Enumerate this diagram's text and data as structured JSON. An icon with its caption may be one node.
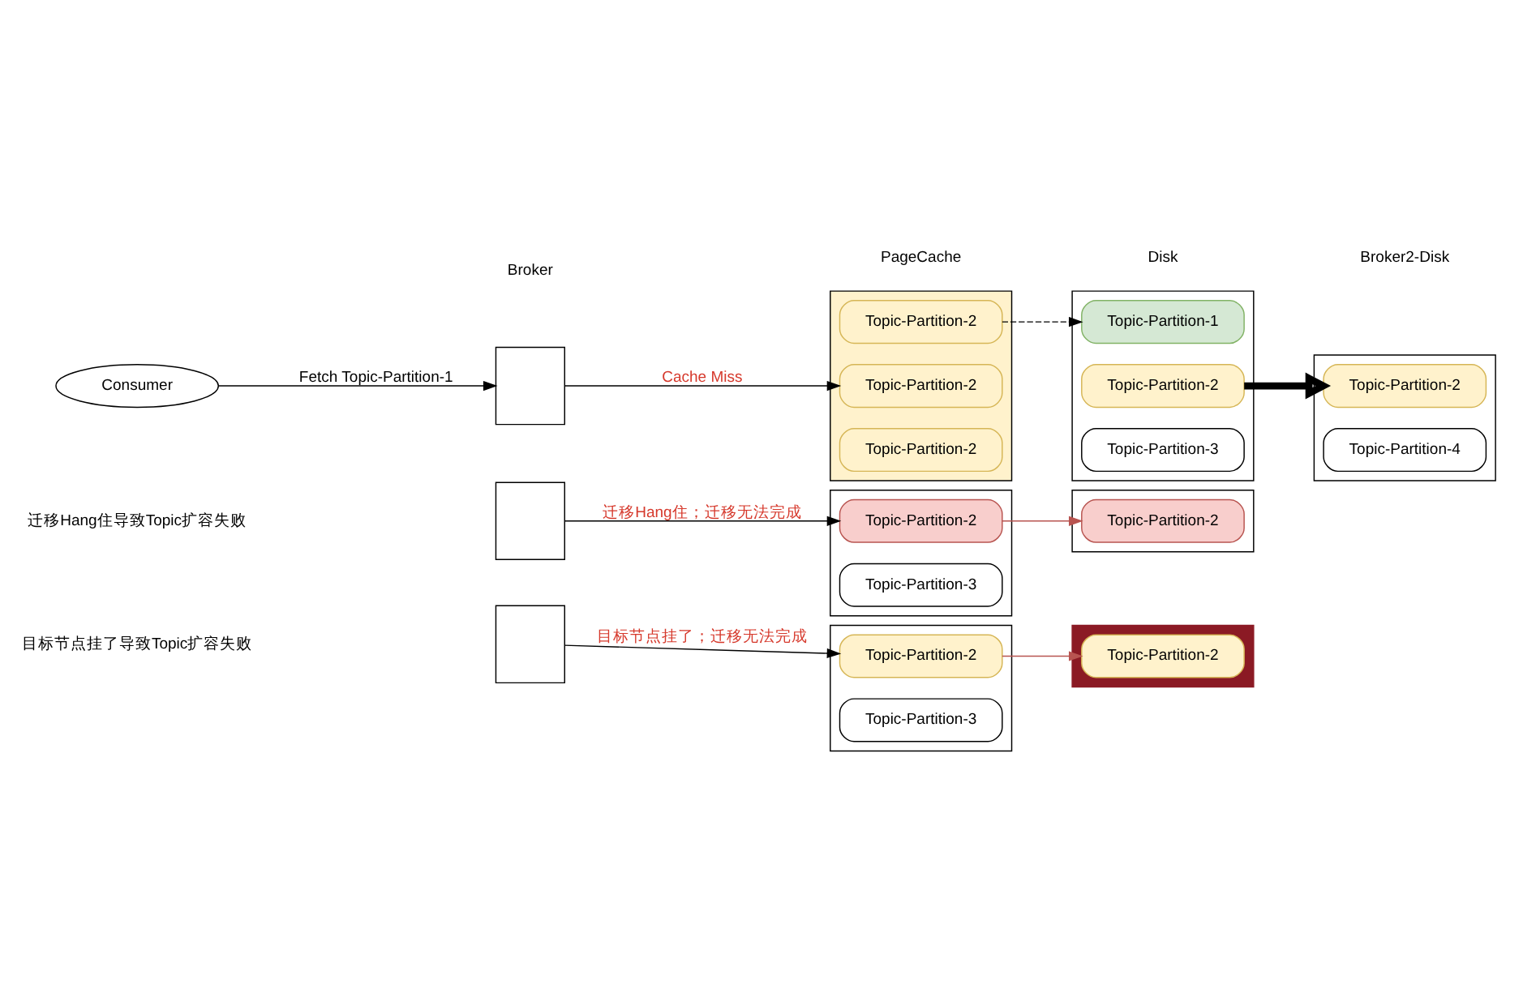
{
  "diagram": {
    "nodes": [
      {
        "text": [
          "Consumer"
        ]
      },
      {
        "text": [],
        "shape": "box"
      },
      {
        "text": [],
        "shape": "box"
      },
      {
        "text": [
          "Topic-Partition-2"
        ],
        "in": 2
      },
      {
        "text": [
          "Topic-Partition-2"
        ],
        "in": 2
      },
      {
        "text": [
          "Topic-Partition-2"
        ],
        "in": 2
      },
      {
        "text": [],
        "shape": "box"
      },
      {
        "text": [
          "Topic-Partition-1"
        ],
        "in": 6
      },
      {
        "text": [
          "Topic-Partition-2"
        ],
        "in": 6
      },
      {
        "text": [
          "Topic-Partition-3"
        ],
        "in": 6
      },
      {
        "text": [],
        "shape": "box"
      },
      {
        "text": [
          "Topic-Partition-2"
        ],
        "in": 10
      },
      {
        "text": [
          "Topic-Partition-4"
        ],
        "in": 10
      },
      {
        "text": [],
        "shape": "box"
      },
      {
        "text": [],
        "shape": "box"
      },
      {
        "text": [
          "Topic-Partition-2"
        ],
        "in": 14
      },
      {
        "text": [
          "Topic-Partition-3"
        ],
        "in": 14
      },
      {
        "text": [],
        "shape": "box"
      },
      {
        "text": [
          "Topic-Partition-2"
        ],
        "in": 17
      },
      {
        "text": [],
        "shape": "box"
      },
      {
        "text": [],
        "shape": "box"
      },
      {
        "text": [
          "Topic-Partition-2"
        ],
        "in": 20
      },
      {
        "text": [
          "Topic-Partition-3"
        ],
        "in": 20
      },
      {
        "text": [],
        "shape": "box"
      },
      {
        "text": [
          "Topic-Partition-2"
        ],
        "in": 23
      }
    ],
    "edges": [
      {
        "from": 0,
        "to": 1,
        "arrow": "to",
        "label": "Fetch Topic-Partition-1"
      },
      {
        "from": 1,
        "to": 4,
        "arrow": "to",
        "label": "Cache Miss"
      },
      {
        "from": 3,
        "to": 7,
        "arrow": "to",
        "style": "dashed"
      },
      {
        "from": 8,
        "to": 11,
        "arrow": "to",
        "style": "thick"
      },
      {
        "from": 13,
        "to": 15,
        "arrow": "to",
        "label": "迁移Hang住；迁移无法完成"
      },
      {
        "from": 15,
        "to": 18,
        "arrow": "to",
        "color": "#b85450"
      },
      {
        "from": 19,
        "to": 21,
        "arrow": "to",
        "label": "目标节点挂了；迁移无法完成"
      },
      {
        "from": 21,
        "to": 24,
        "arrow": "to",
        "color": "#b85450"
      }
    ],
    "labels": [
      "Broker",
      "PageCache",
      "Disk",
      "Broker2-Disk",
      "迁移Hang住导致Topic扩容失败",
      "目标节点挂了导致Topic扩容失败"
    ]
  }
}
